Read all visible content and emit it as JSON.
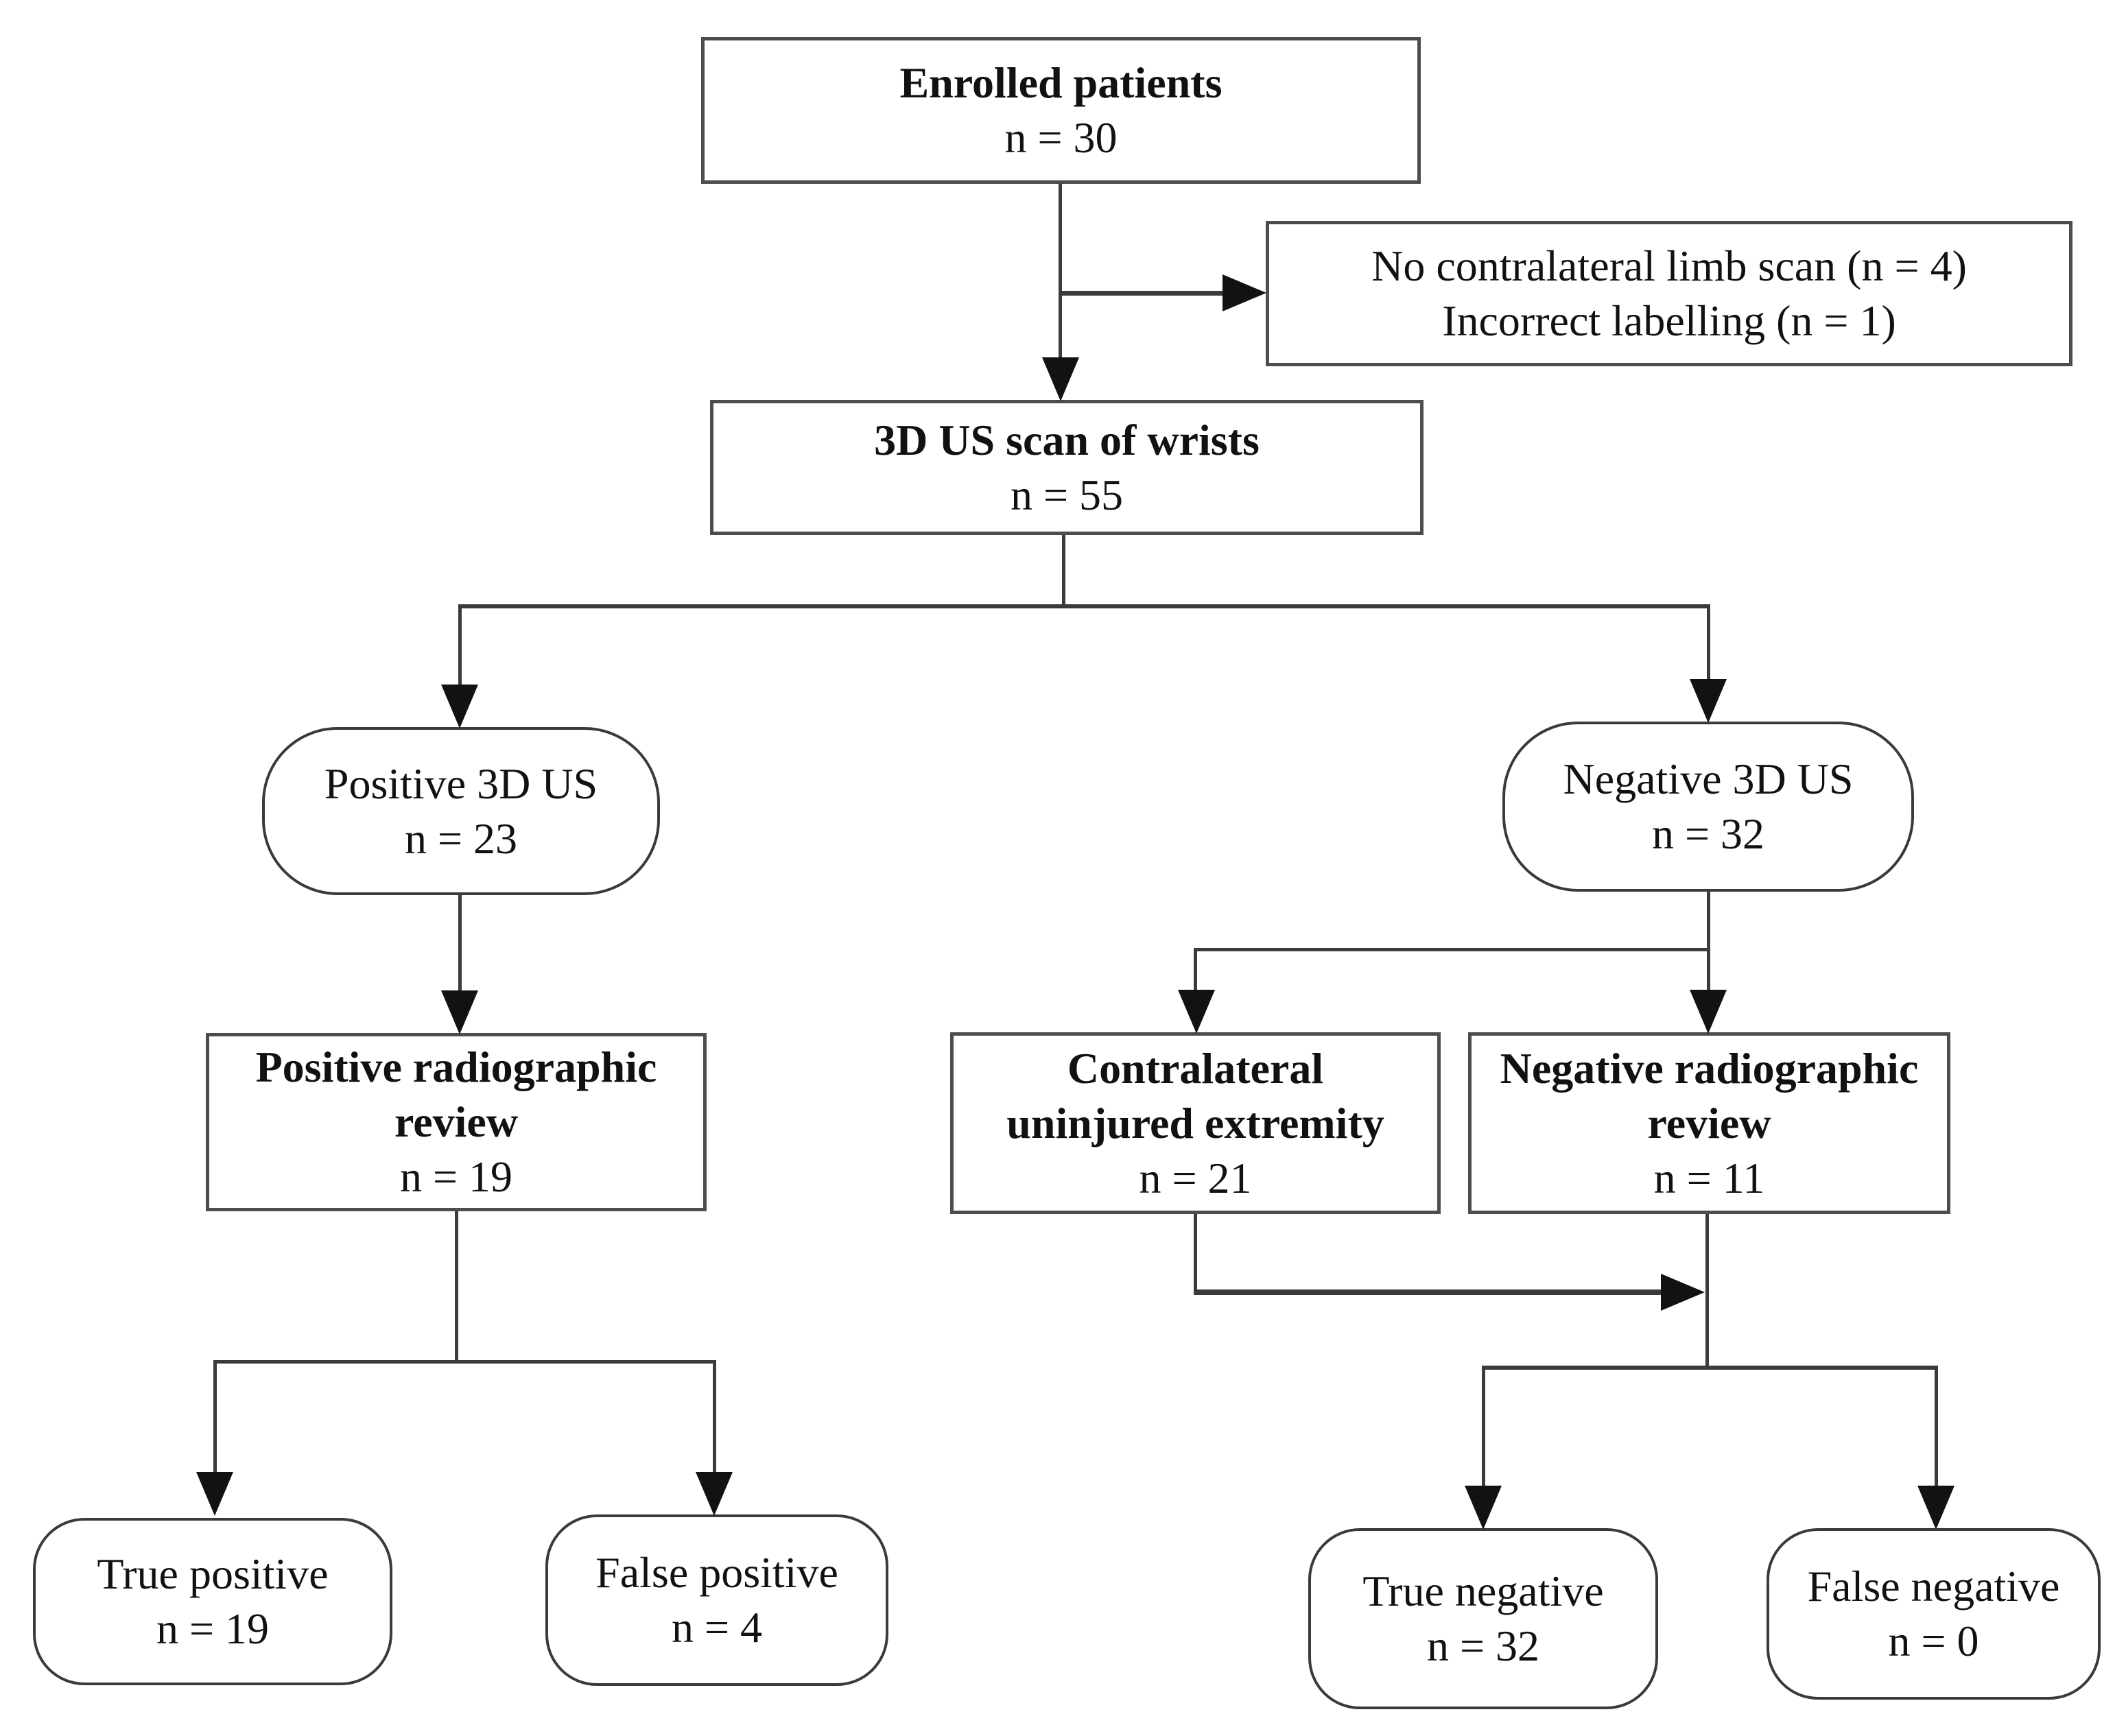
{
  "diagram": {
    "colors": {
      "background": "#ffffff",
      "box_border": "#4d4d4d",
      "round_border": "#3a3a3a",
      "line": "#3b3b3b",
      "arrow": "#121212"
    },
    "nodes": {
      "enrolled": {
        "title": "Enrolled patients",
        "count": "n = 30"
      },
      "exclusions": {
        "lines": [
          "No contralateral limb scan (n = 4)",
          "Incorrect labelling (n = 1)"
        ]
      },
      "scan_wrists": {
        "title": "3D US scan of wrists",
        "count": "n = 55"
      },
      "positive_us": {
        "title": "Positive 3D US",
        "count": "n = 23"
      },
      "negative_us": {
        "title": "Negative 3D US",
        "count": "n = 32"
      },
      "positive_radiographic": {
        "lines": [
          "Positive radiographic",
          "review"
        ],
        "count": "n = 19"
      },
      "contralateral": {
        "lines": [
          "Contralateral",
          "uninjured extremity"
        ],
        "count": "n = 21"
      },
      "negative_radiographic": {
        "lines": [
          "Negative radiographic",
          "review"
        ],
        "count": "n = 11"
      },
      "true_positive": {
        "title": "True positive",
        "count": "n = 19"
      },
      "false_positive": {
        "title": "False positive",
        "count": "n = 4"
      },
      "true_negative": {
        "title": "True negative",
        "count": "n = 32"
      },
      "false_negative": {
        "title": "False negative",
        "count": "n = 0"
      }
    }
  }
}
